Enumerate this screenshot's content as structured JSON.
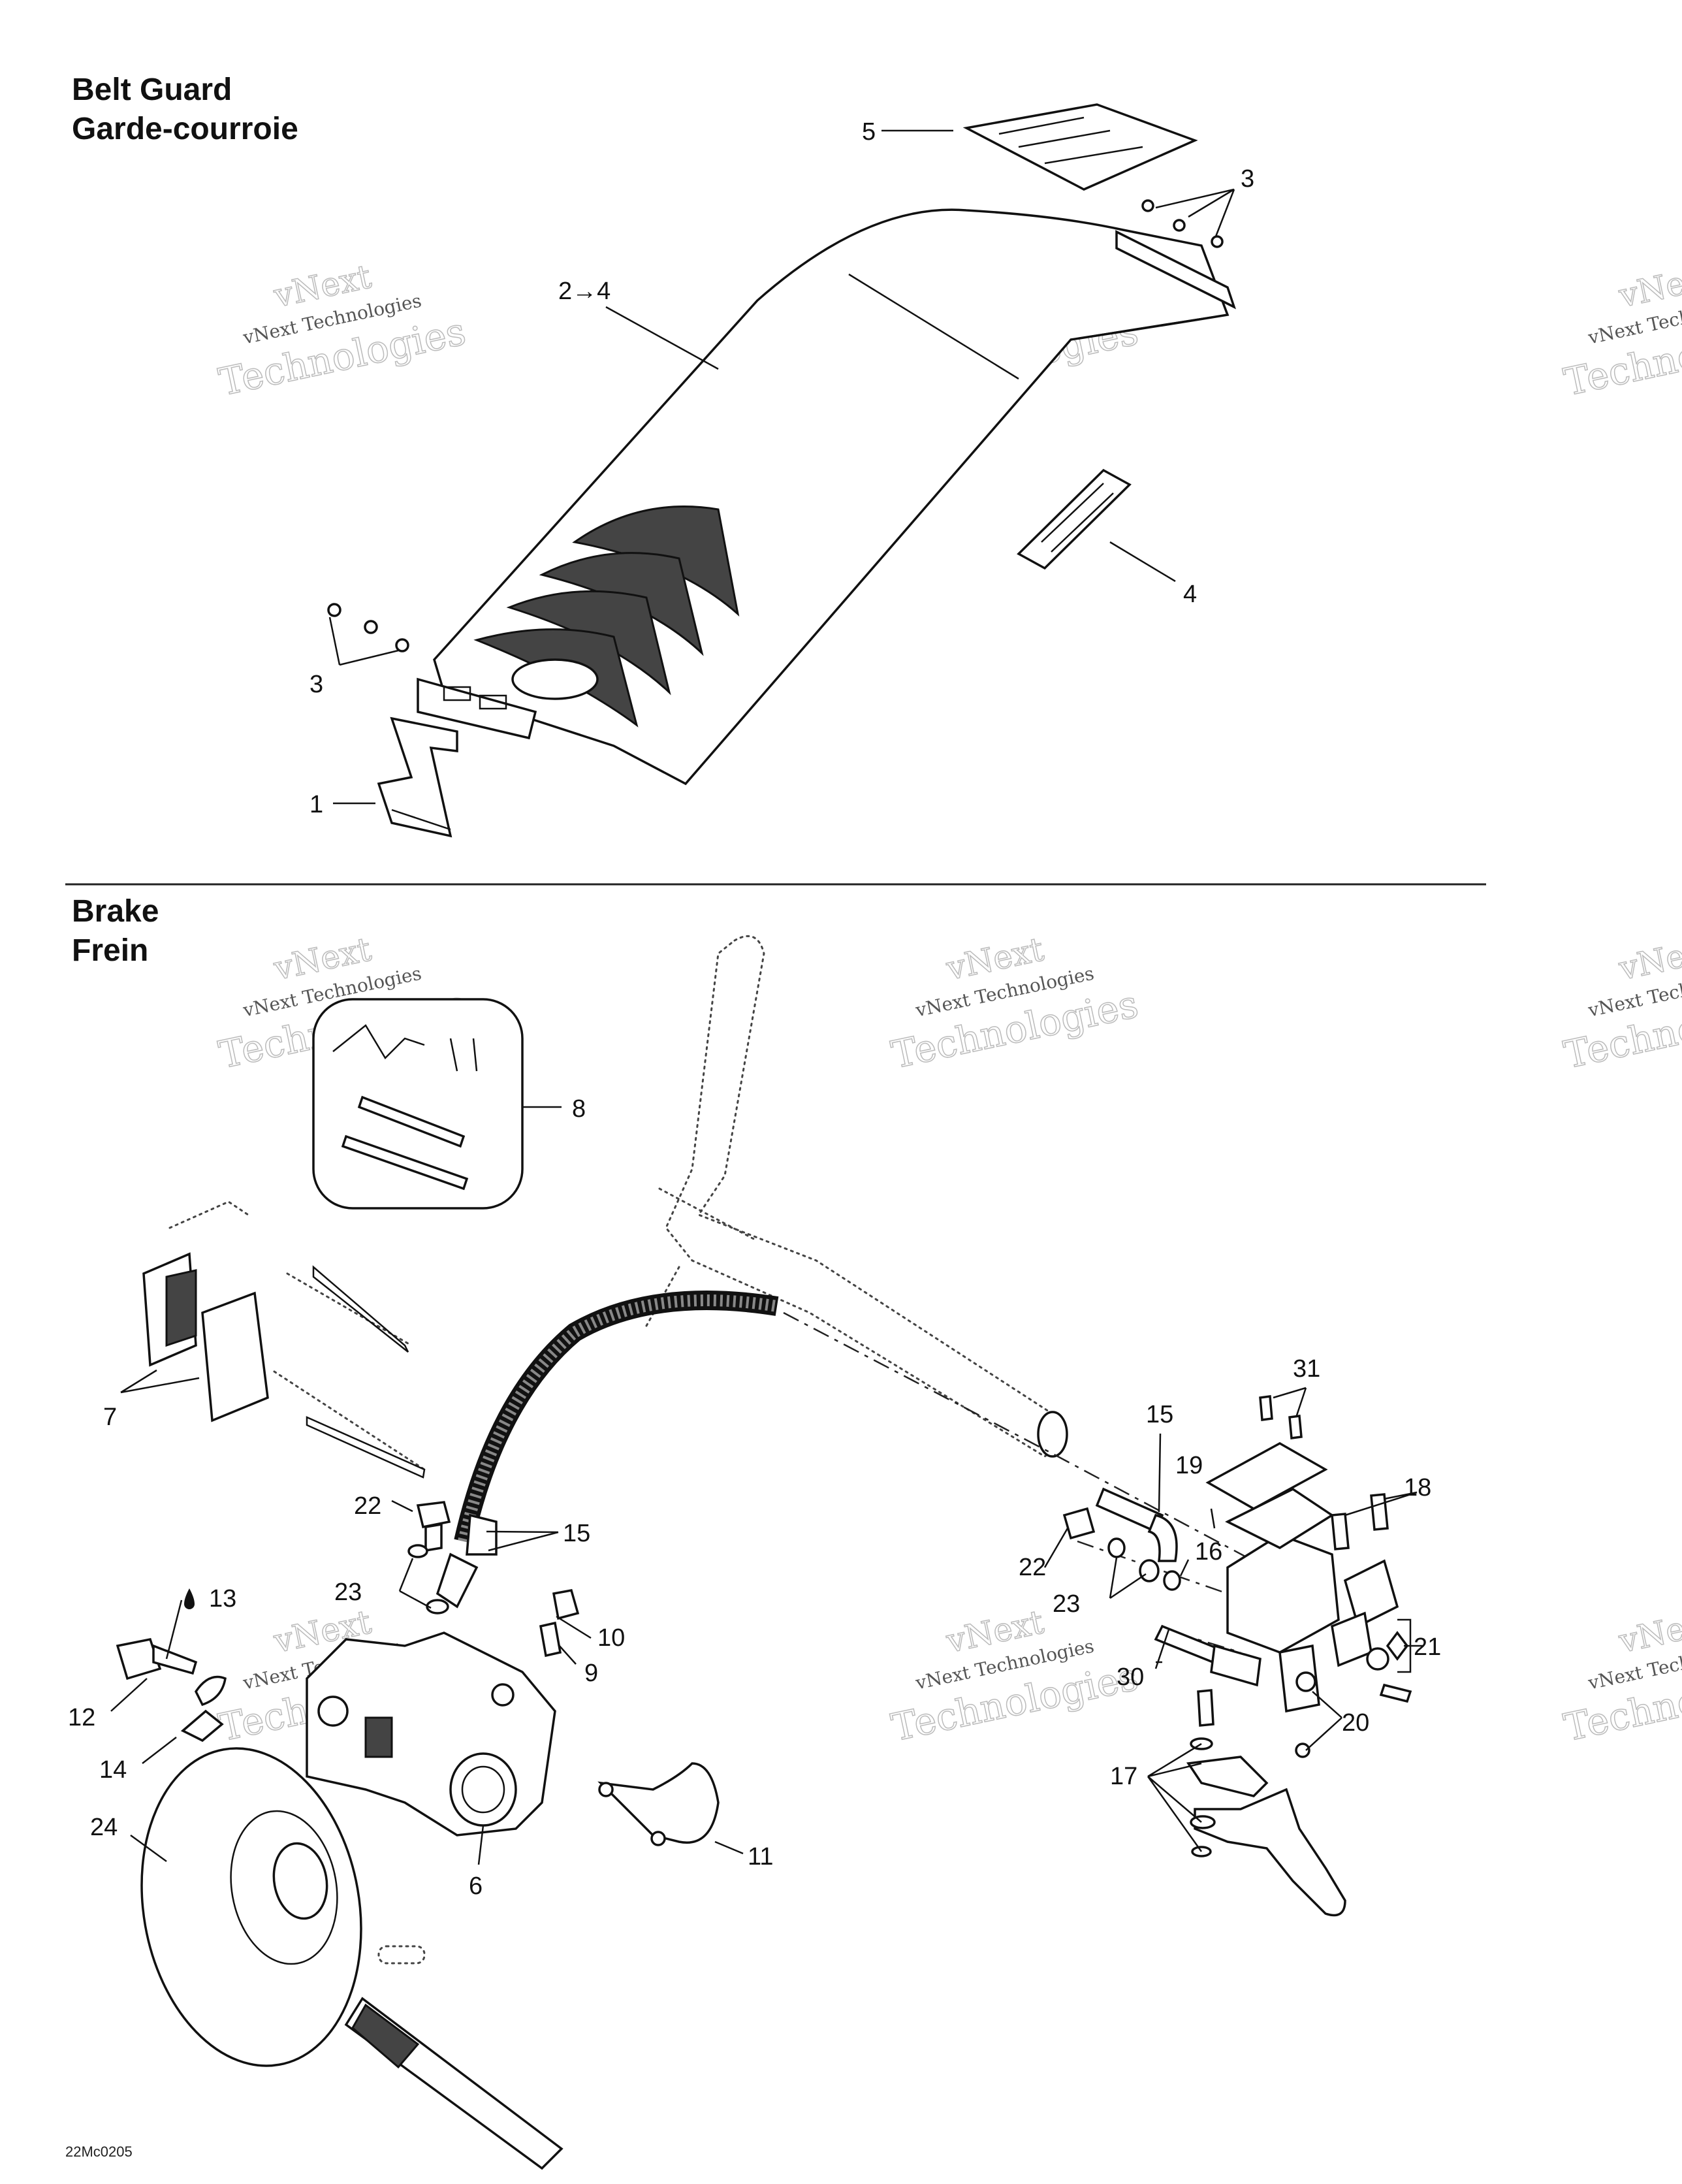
{
  "sections": {
    "belt_guard": {
      "title_en": "Belt Guard",
      "title_fr": "Garde-courroie"
    },
    "brake": {
      "title_en": "Brake",
      "title_fr": "Frein"
    }
  },
  "callouts": {
    "c1": "1",
    "c2": "2→4",
    "c3a": "3",
    "c3b": "3",
    "c4": "4",
    "c5": "5",
    "c6": "6",
    "c7": "7",
    "c8": "8",
    "c9": "9",
    "c10": "10",
    "c11": "11",
    "c12": "12",
    "c13": "13",
    "c14": "14",
    "c15a": "15",
    "c15b": "15",
    "c16": "16",
    "c17": "17",
    "c18": "18",
    "c19": "19",
    "c20": "20",
    "c21": "21",
    "c22a": "22",
    "c22b": "22",
    "c23a": "23",
    "c23b": "23",
    "c24": "24",
    "c30": "30",
    "c31": "31"
  },
  "watermark": {
    "line1": "vNext Technologies",
    "line2": "Technologies",
    "line3": "vNext"
  },
  "drawing_code": "22Mc0205"
}
